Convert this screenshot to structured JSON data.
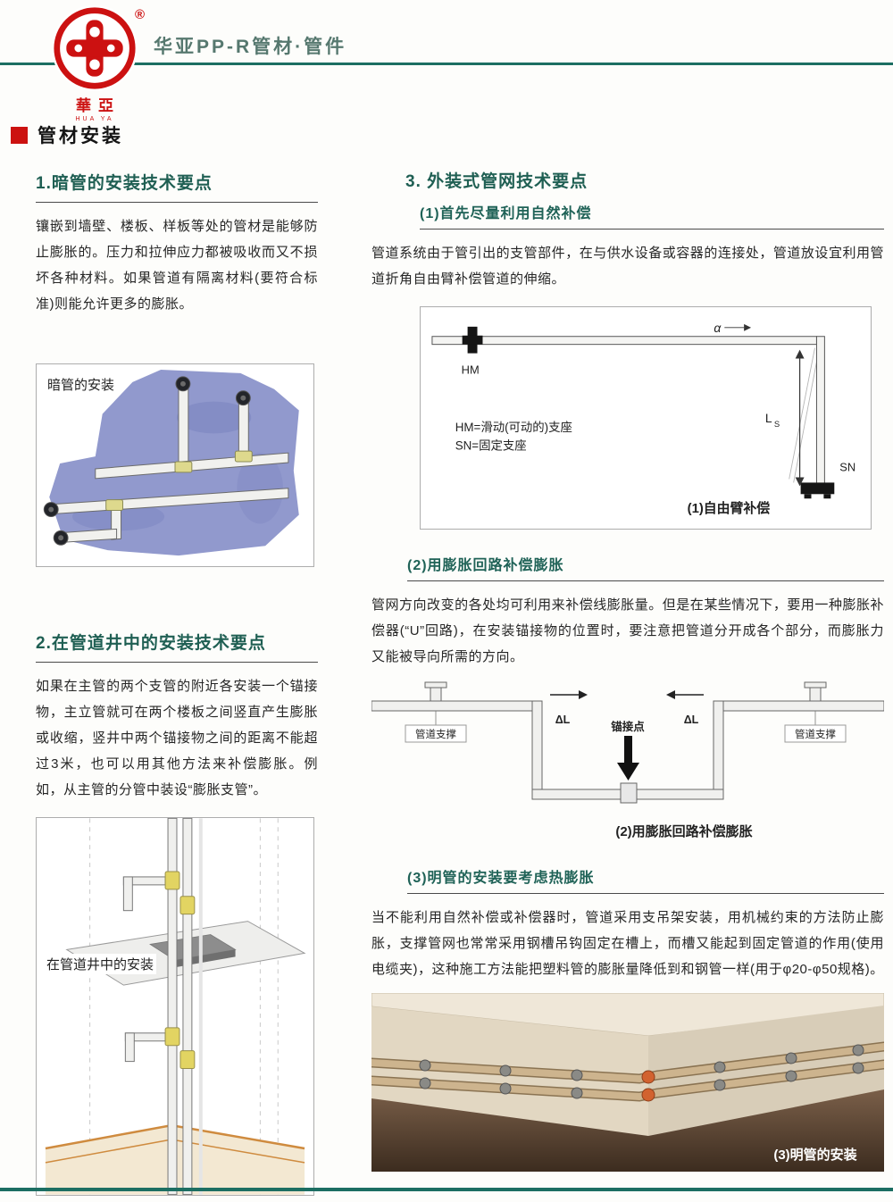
{
  "brand": {
    "registered": "®",
    "header_title": "华亚PP-R管材·管件",
    "logo_cn": "華亞",
    "logo_en": "HUA YA"
  },
  "section": {
    "title": "管材安装"
  },
  "left": {
    "s1": {
      "heading": "1.暗管的安装技术要点",
      "body": "镶嵌到墙壁、楼板、样板等处的管材是能够防止膨胀的。压力和拉伸应力都被吸收而又不损坏各种材料。如果管道有隔离材料(要符合标准)则能允许更多的膨胀。",
      "figure_label": "暗管的安装"
    },
    "s2": {
      "heading": "2.在管道井中的安装技术要点",
      "body": "如果在主管的两个支管的附近各安装一个锚接物，主立管就可在两个楼板之间竖直产生膨胀或收缩，竖井中两个锚接物之间的距离不能超过3米，也可以用其他方法来补偿膨胀。例如，从主管的分管中装设“膨胀支管”。",
      "figure_label": "在管道井中的安装"
    }
  },
  "right": {
    "heading": "3. 外装式管网技术要点",
    "s1": {
      "subheading": "(1)首先尽量利用自然补偿",
      "body": "管道系统由于管引出的支管部件，在与供水设备或容器的连接处，管道放设宜利用管道折角自由臂补偿管道的伸缩。",
      "figure": {
        "hm": "HM",
        "legend_hm": "HM=滑动(可动的)支座",
        "legend_sn": "SN=固定支座",
        "l_main": "L",
        "l_sub": "S",
        "sn": "SN",
        "alpha": "α",
        "caption": "(1)自由臂补偿"
      }
    },
    "s2": {
      "subheading": "(2)用膨胀回路补偿膨胀",
      "body": "管网方向改变的各处均可利用来补偿线膨胀量。但是在某些情况下，要用一种膨胀补偿器(“U”回路)，在安装锚接物的位置时，要注意把管道分开成各个部分，而膨胀力又能被导向所需的方向。",
      "figure": {
        "support_left": "管道支撑",
        "support_right": "管道支撑",
        "dl_left": "ΔL",
        "dl_right": "ΔL",
        "anchor": "锚接点",
        "caption": "(2)用膨胀回路补偿膨胀"
      }
    },
    "s3": {
      "subheading": "(3)明管的安装要考虑热膨胀",
      "body": "当不能利用自然补偿或补偿器时，管道采用支吊架安装，用机械约束的方法防止膨胀，支撑管网也常常采用钢槽吊钩固定在槽上，而槽又能起到固定管道的作用(使用电缆夹)，这种施工方法能把塑料管的膨胀量降低到和钢管一样(用于φ20-φ50规格)。",
      "figure_caption": "(3)明管的安装"
    }
  },
  "colors": {
    "accent_teal": "#1c6e62",
    "brand_red": "#cc1210",
    "illustration_blue": "#9199cd"
  }
}
